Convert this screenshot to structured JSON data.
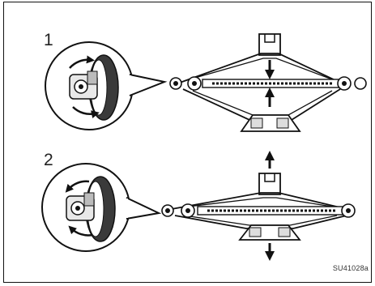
{
  "steps": [
    {
      "number": "1"
    },
    {
      "number": "2"
    }
  ],
  "figure_code": "SU41028a",
  "icons": [
    "handle-rotation-detail-icon",
    "scissor-jack-icon",
    "arrow-up-icon",
    "arrow-down-icon"
  ],
  "colors": {
    "line": "#1a1a1a",
    "fill_light": "#f2f2f2",
    "fill_dark": "#3a3a3a"
  }
}
